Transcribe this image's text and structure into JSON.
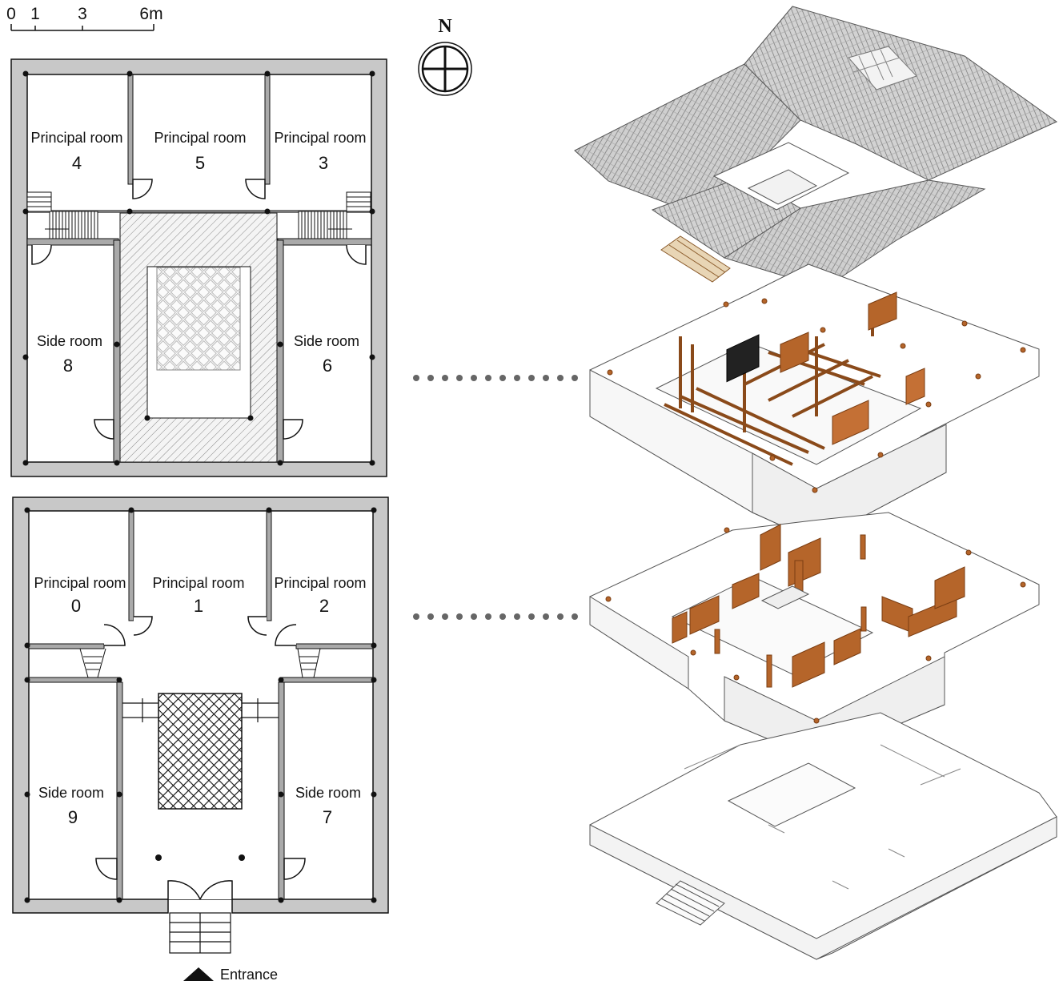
{
  "scale_bar": {
    "ticks": [
      "0",
      "1",
      "3",
      "6m"
    ]
  },
  "north_label": "N",
  "upper_floor": {
    "rooms": [
      {
        "label": "Principal room",
        "number": "4"
      },
      {
        "label": "Principal room",
        "number": "5"
      },
      {
        "label": "Principal room",
        "number": "3"
      },
      {
        "label": "Side room",
        "number": "8"
      },
      {
        "label": "Side room",
        "number": "6"
      }
    ]
  },
  "ground_floor": {
    "rooms": [
      {
        "label": "Principal room",
        "number": "0"
      },
      {
        "label": "Principal room",
        "number": "1"
      },
      {
        "label": "Principal room",
        "number": "2"
      },
      {
        "label": "Side room",
        "number": "9"
      },
      {
        "label": "Side room",
        "number": "7"
      }
    ],
    "entrance_label": "Entrance"
  },
  "colors": {
    "wall": "#c8c8c8",
    "timber": "#b5652a",
    "roof": "#9a9a9a",
    "line": "#111111"
  }
}
